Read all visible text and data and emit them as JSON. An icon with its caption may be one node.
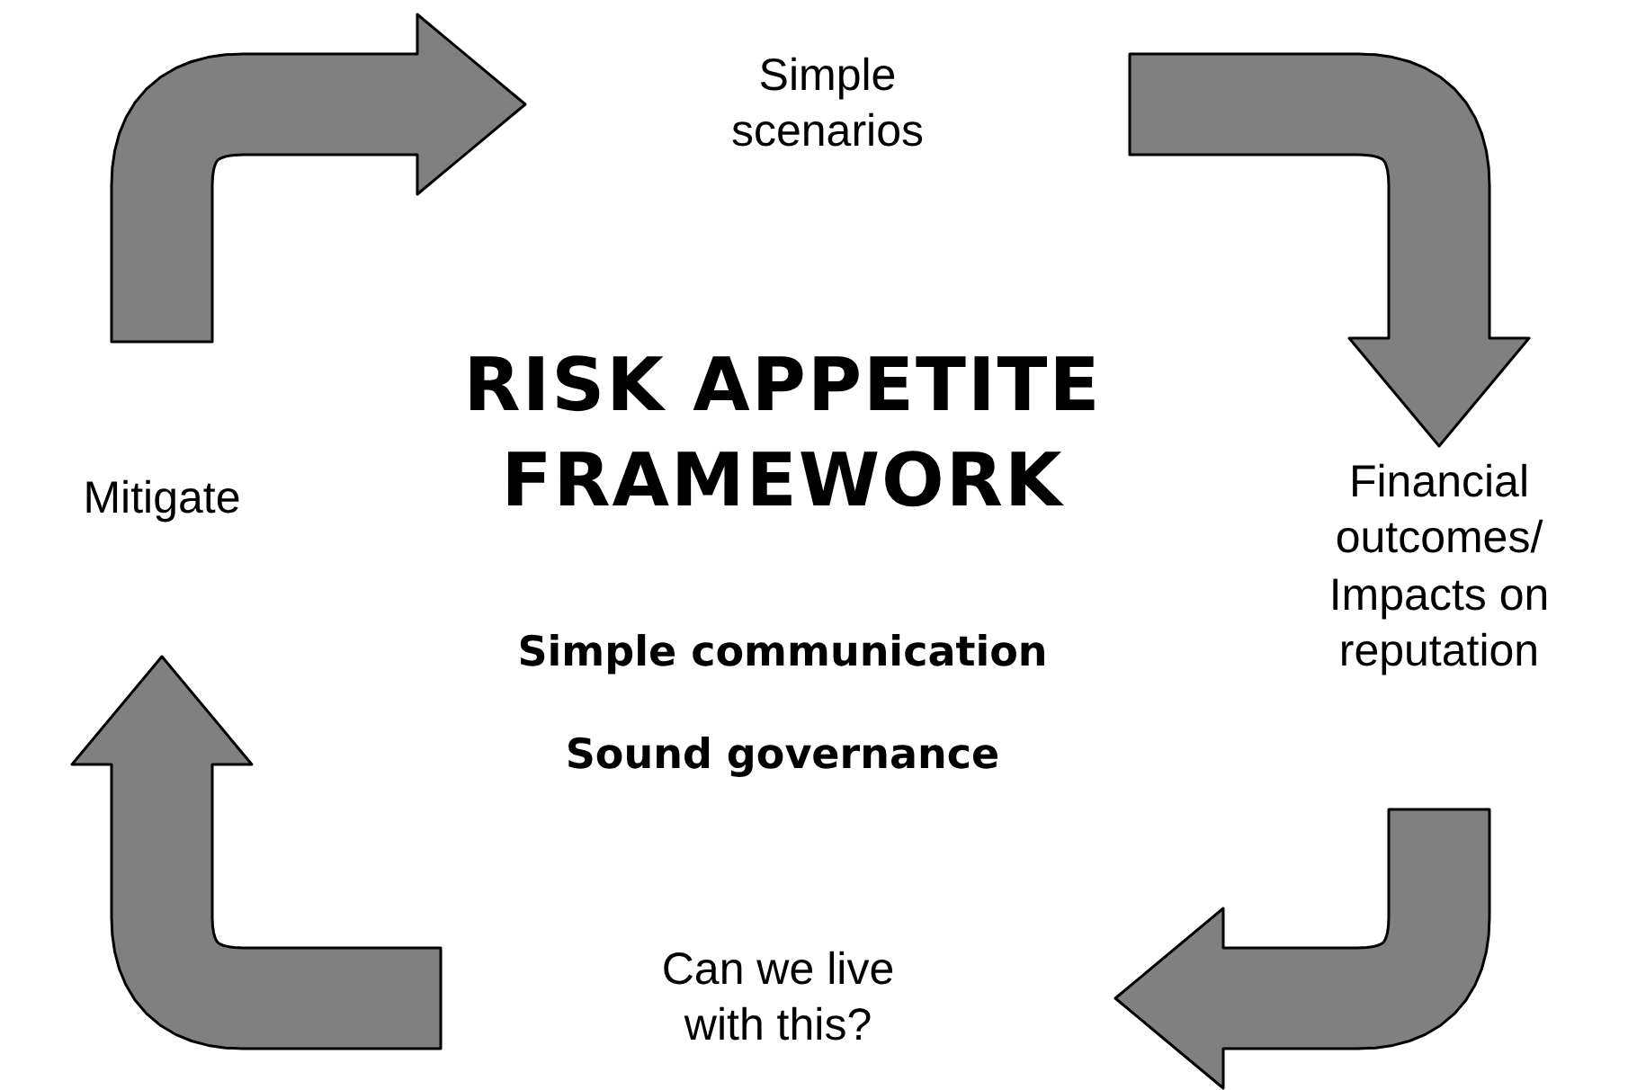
{
  "diagram": {
    "title": "RISK APPETITE FRAMEWORK",
    "nodes": [
      {
        "text": [
          "Simple scenarios"
        ]
      },
      {
        "text": [
          "Financial outcomes/ Impacts on reputation"
        ]
      },
      {
        "text": [
          "Can we live with this?"
        ]
      },
      {
        "text": [
          "Mitigate"
        ]
      }
    ],
    "edges": [
      {
        "from": 3,
        "to": 0,
        "arrow": "to"
      },
      {
        "from": 0,
        "to": 1,
        "arrow": "to"
      },
      {
        "from": 1,
        "to": 2,
        "arrow": "to"
      },
      {
        "from": 2,
        "to": 3,
        "arrow": "to"
      }
    ],
    "labels": [
      "Simple communication",
      "Sound governance"
    ]
  }
}
